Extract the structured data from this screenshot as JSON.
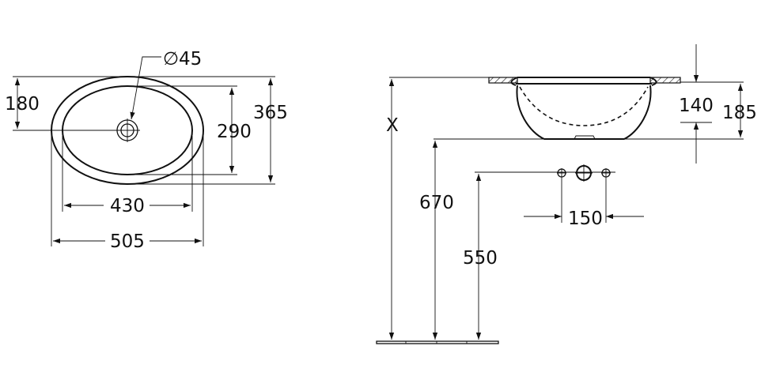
{
  "dimensions": {
    "drain_diameter": "∅45",
    "drain_offset": "180",
    "outer_length": "365",
    "inner_length": "290",
    "inner_width": "430",
    "outer_width": "505",
    "basin_depth": "140",
    "overall_depth": "185",
    "mount_height": "X",
    "basin_bottom_height": "670",
    "tap_height": "550",
    "tap_spacing": "150"
  }
}
